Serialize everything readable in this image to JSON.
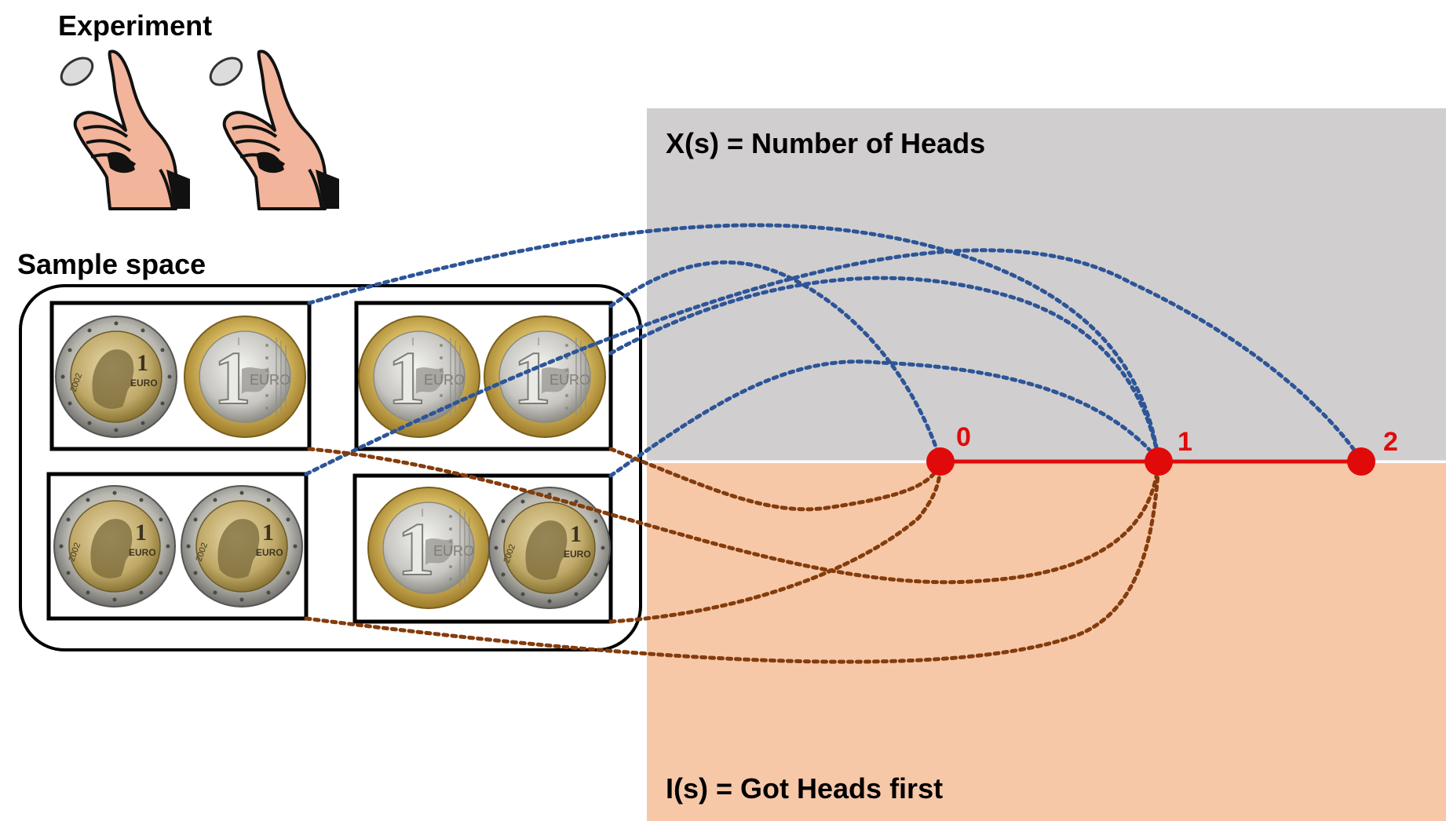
{
  "experiment": {
    "title": "Experiment"
  },
  "sample_space": {
    "title": "Sample space",
    "outcomes": [
      {
        "first": "heads",
        "second": "tails"
      },
      {
        "first": "tails",
        "second": "tails"
      },
      {
        "first": "heads",
        "second": "heads"
      },
      {
        "first": "tails",
        "second": "heads"
      }
    ],
    "coin_faces": {
      "heads": {
        "denomination": "1",
        "currency": "EURO",
        "year": "2002"
      },
      "tails": {
        "denomination": "1",
        "currency": "EURO"
      }
    }
  },
  "x_function": {
    "label": "X(s) = Number of Heads",
    "values": [
      "0",
      "1",
      "2"
    ],
    "mapping_color": "#2d5597"
  },
  "i_function": {
    "label": "I(s) = Got Heads first",
    "mapping_color": "#843c0c"
  },
  "colors": {
    "x_panel": "#d0cecf",
    "i_panel": "#f6c8a8",
    "number_line": "#e10a0a"
  }
}
